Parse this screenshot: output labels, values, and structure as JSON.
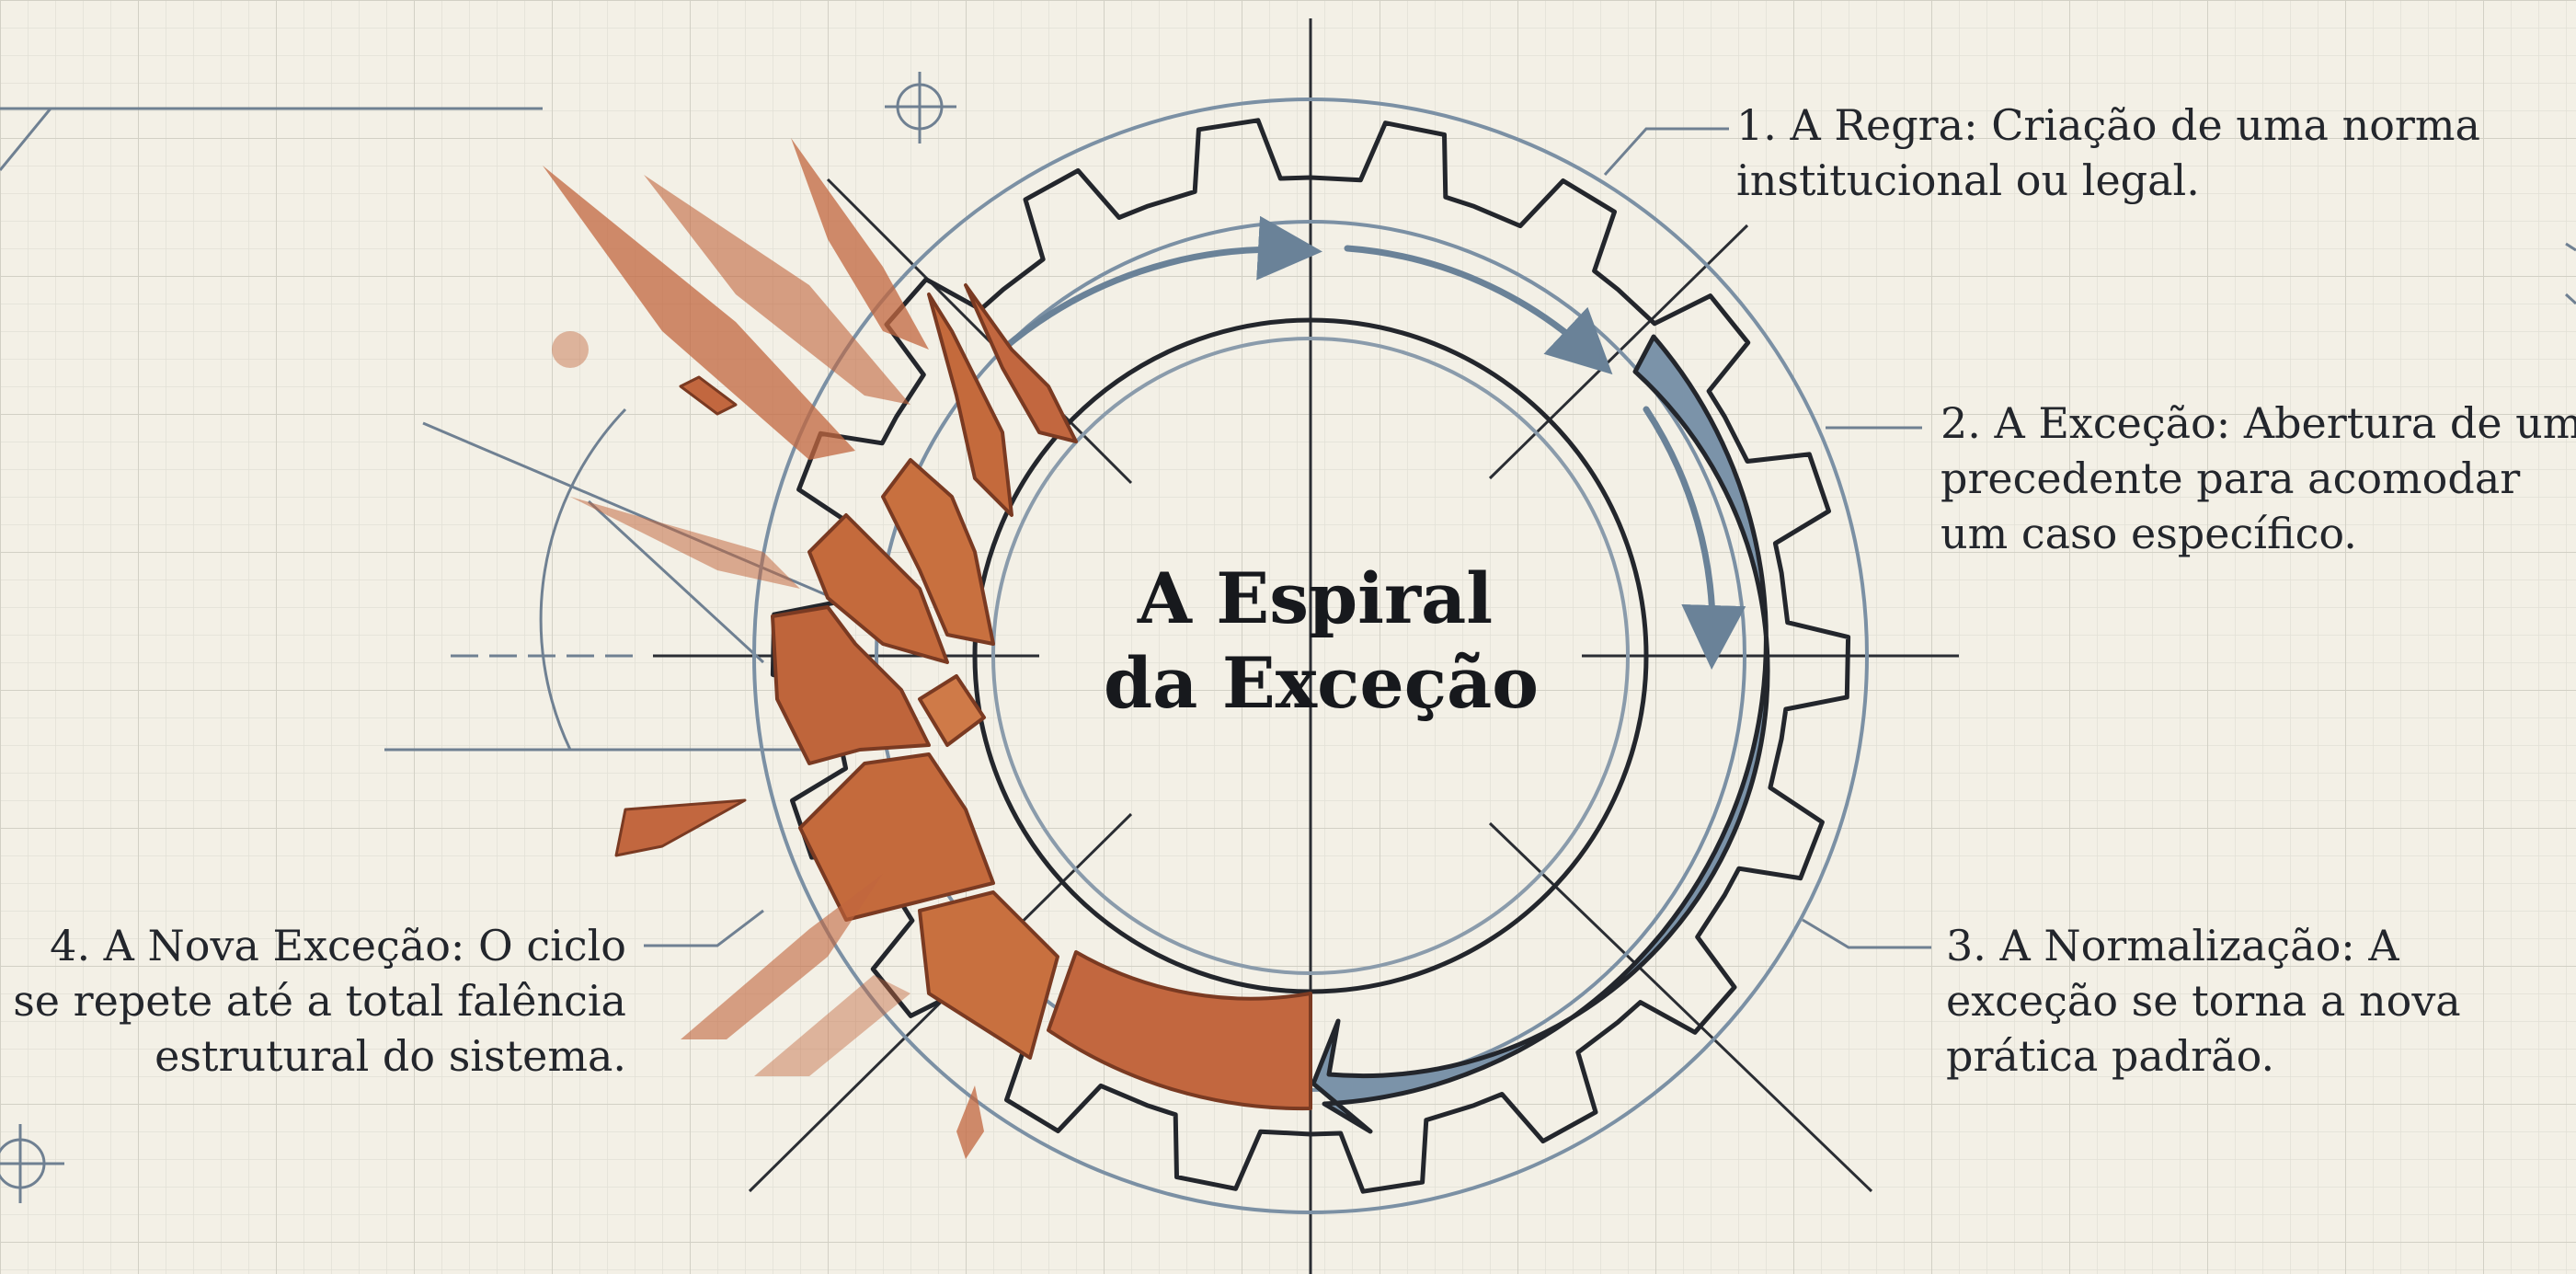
{
  "title": {
    "line1": "A Espiral",
    "line2": "da Exceção"
  },
  "steps": [
    {
      "id": "regra",
      "line1": "1. A Regra: Criação de uma norma",
      "line2": "institucional ou legal.",
      "line3": ""
    },
    {
      "id": "excecao",
      "line1": "2. A Exceção: Abertura de um",
      "line2": "precedente para acomodar",
      "line3": "um caso específico."
    },
    {
      "id": "normalizacao",
      "line1": "3. A Normalização: A",
      "line2": "exceção se torna a nova",
      "line3": "prática padrão."
    },
    {
      "id": "nova-excecao",
      "line1": "4. A Nova Exceção: O ciclo",
      "line2": "se repete até a total falência",
      "line3": "estrutural do sistema."
    }
  ],
  "colors": {
    "background": "#f3f0e6",
    "grid_line": "#d9d8cf",
    "ink": "#23262c",
    "blueprint_blue": "#5f7589",
    "arrow_fill": "#7b93a9",
    "rust": "#c2673f",
    "rust_dark": "#7a3a22"
  },
  "icons": [
    "crosshair-icon",
    "gear-icon",
    "arrow-icon"
  ]
}
